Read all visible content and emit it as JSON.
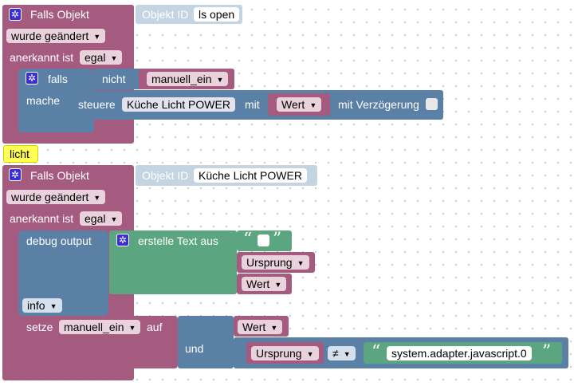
{
  "blocks": {
    "trigger1": {
      "title": "Falls Objekt",
      "object_id_label": "Objekt ID",
      "object_id_value": "ls open",
      "changed": "wurde geändert",
      "ack_label": "anerkannt ist",
      "ack_value": "egal",
      "if_block": {
        "if_label": "falls",
        "do_label": "mache",
        "not_label": "nicht",
        "variable": "manuell_ein",
        "control_label": "steuere",
        "control_target": "Küche Licht POWER",
        "with_label": "mit",
        "value_var": "Wert",
        "delay_label": "mit Verzögerung"
      }
    },
    "comment": "licht",
    "trigger2": {
      "title": "Falls Objekt",
      "object_id_label": "Objekt ID",
      "object_id_value": "Küche Licht POWER",
      "changed": "wurde geändert",
      "ack_label": "anerkannt ist",
      "ack_value": "egal",
      "debug": {
        "label": "debug output",
        "level": "info",
        "text_join_label": "erstelle Text aus",
        "item1": "Ursprung",
        "item2": "Wert"
      },
      "set_var": {
        "set_label": "setze",
        "variable": "manuell_ein",
        "to_label": "auf",
        "and_label": "und",
        "value_var": "Wert",
        "compare_left": "Ursprung",
        "operator": "≠",
        "compare_right": "system.adapter.javascript.0"
      }
    }
  },
  "icons": {
    "gear": "gear-icon",
    "dropdown": "chevron-down-icon",
    "quote": "quote-icon"
  },
  "colors": {
    "event_block": "#a55b80",
    "logic_block": "#5b80a5",
    "text_block": "#5ba580",
    "disabled_block": "#c5d4e3",
    "comment": "#ffff55",
    "gear": "#3a2fd6"
  }
}
